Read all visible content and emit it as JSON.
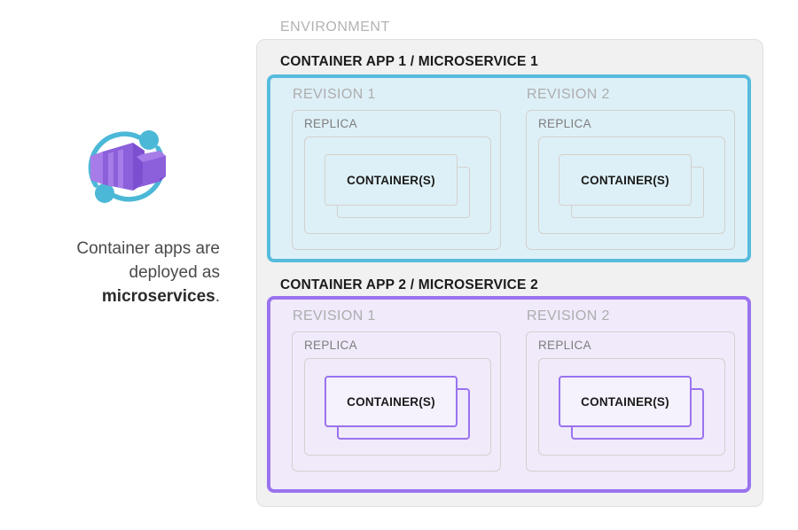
{
  "caption": {
    "line1": "Container apps are",
    "line2": "deployed as",
    "emphasis": "microservices",
    "period": "."
  },
  "icon": {
    "name": "azure-container-apps-icon",
    "box_color": "#9a6fe0",
    "box_color_light": "#a77ce8",
    "box_color_dark": "#7b4fd0",
    "arc_color": "#4cb8d8"
  },
  "environment": {
    "label": "ENVIRONMENT",
    "background": "#f1f1f1",
    "border_color": "#e0e0e0"
  },
  "apps": [
    {
      "title": "CONTAINER APP 1 / MICROSERVICE 1",
      "accent": "#57bcdc",
      "fill": "#def0f7",
      "revisions": [
        {
          "label": "REVISION 1",
          "replica_label": "REPLICA",
          "container_label": "CONTAINER(S)"
        },
        {
          "label": "REVISION 2",
          "replica_label": "REPLICA",
          "container_label": "CONTAINER(S)"
        }
      ]
    },
    {
      "title": "CONTAINER APP 2 / MICROSERVICE 2",
      "accent": "#9a73ef",
      "fill": "#f0eafb",
      "revisions": [
        {
          "label": "REVISION 1",
          "replica_label": "REPLICA",
          "container_label": "CONTAINER(S)"
        },
        {
          "label": "REVISION 2",
          "replica_label": "REPLICA",
          "container_label": "CONTAINER(S)"
        }
      ]
    }
  ]
}
